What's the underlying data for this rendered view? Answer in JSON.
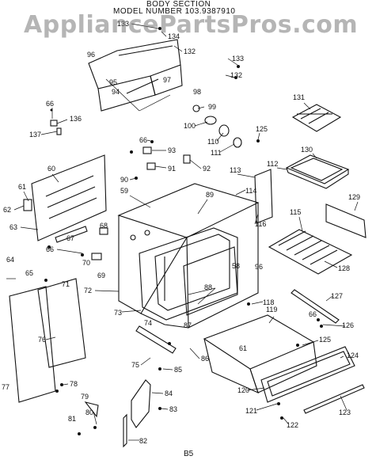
{
  "header": {
    "line1": "BODY SECTION",
    "line2": "MODEL NUMBER 103.9387910"
  },
  "watermark": "AppliancePartsPros.com",
  "footer": "B5",
  "callouts": [
    "133",
    "134",
    "132",
    "96",
    "97",
    "95",
    "94",
    "98",
    "133",
    "132",
    "99",
    "66",
    "136",
    "137",
    "100",
    "110",
    "111",
    "125",
    "131",
    "66",
    "93",
    "91",
    "92",
    "130",
    "90",
    "60",
    "61",
    "62",
    "59",
    "89",
    "114",
    "113",
    "112",
    "129",
    "63",
    "68",
    "67",
    "116",
    "115",
    "66",
    "70",
    "69",
    "64",
    "65",
    "71",
    "58",
    "96",
    "128",
    "72",
    "73",
    "88",
    "118",
    "127",
    "74",
    "87",
    "119",
    "66",
    "126",
    "76",
    "125",
    "75",
    "61",
    "124",
    "85",
    "86",
    "84",
    "78",
    "77",
    "79",
    "83",
    "120",
    "123",
    "80",
    "81",
    "121",
    "122",
    "82"
  ]
}
